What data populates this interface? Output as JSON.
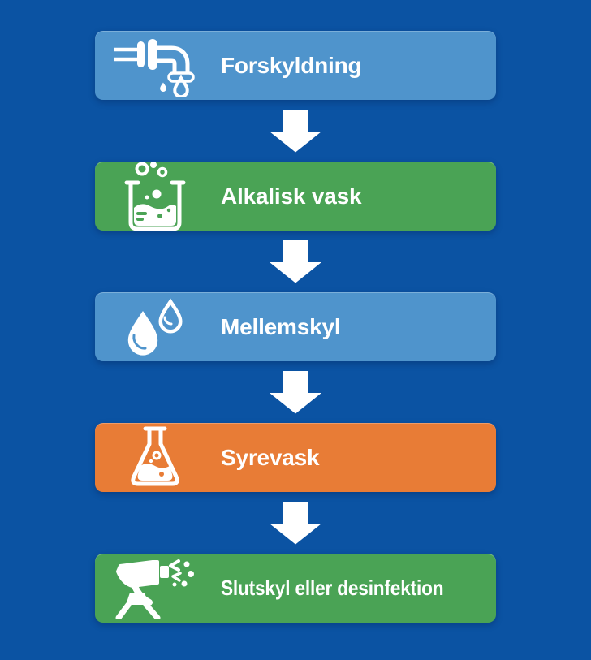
{
  "page": {
    "background_color": "#0b53a3"
  },
  "flow": {
    "steps": [
      {
        "label": "Forskyldning",
        "color": "#4f94cc",
        "icon": "faucet-icon"
      },
      {
        "label": "Alkalisk vask",
        "color": "#4aa355",
        "icon": "beaker-icon"
      },
      {
        "label": "Mellemskyl",
        "color": "#4f94cc",
        "icon": "water-drops-icon"
      },
      {
        "label": "Syrevask",
        "color": "#e87c36",
        "icon": "erlenmeyer-flask-icon"
      },
      {
        "label": "Slutskyl eller desinfektion",
        "color": "#4aa355",
        "icon": "spray-bottle-icon"
      }
    ],
    "arrow": {
      "color": "#ffffff",
      "direction": "down"
    },
    "text_color": "#ffffff"
  }
}
